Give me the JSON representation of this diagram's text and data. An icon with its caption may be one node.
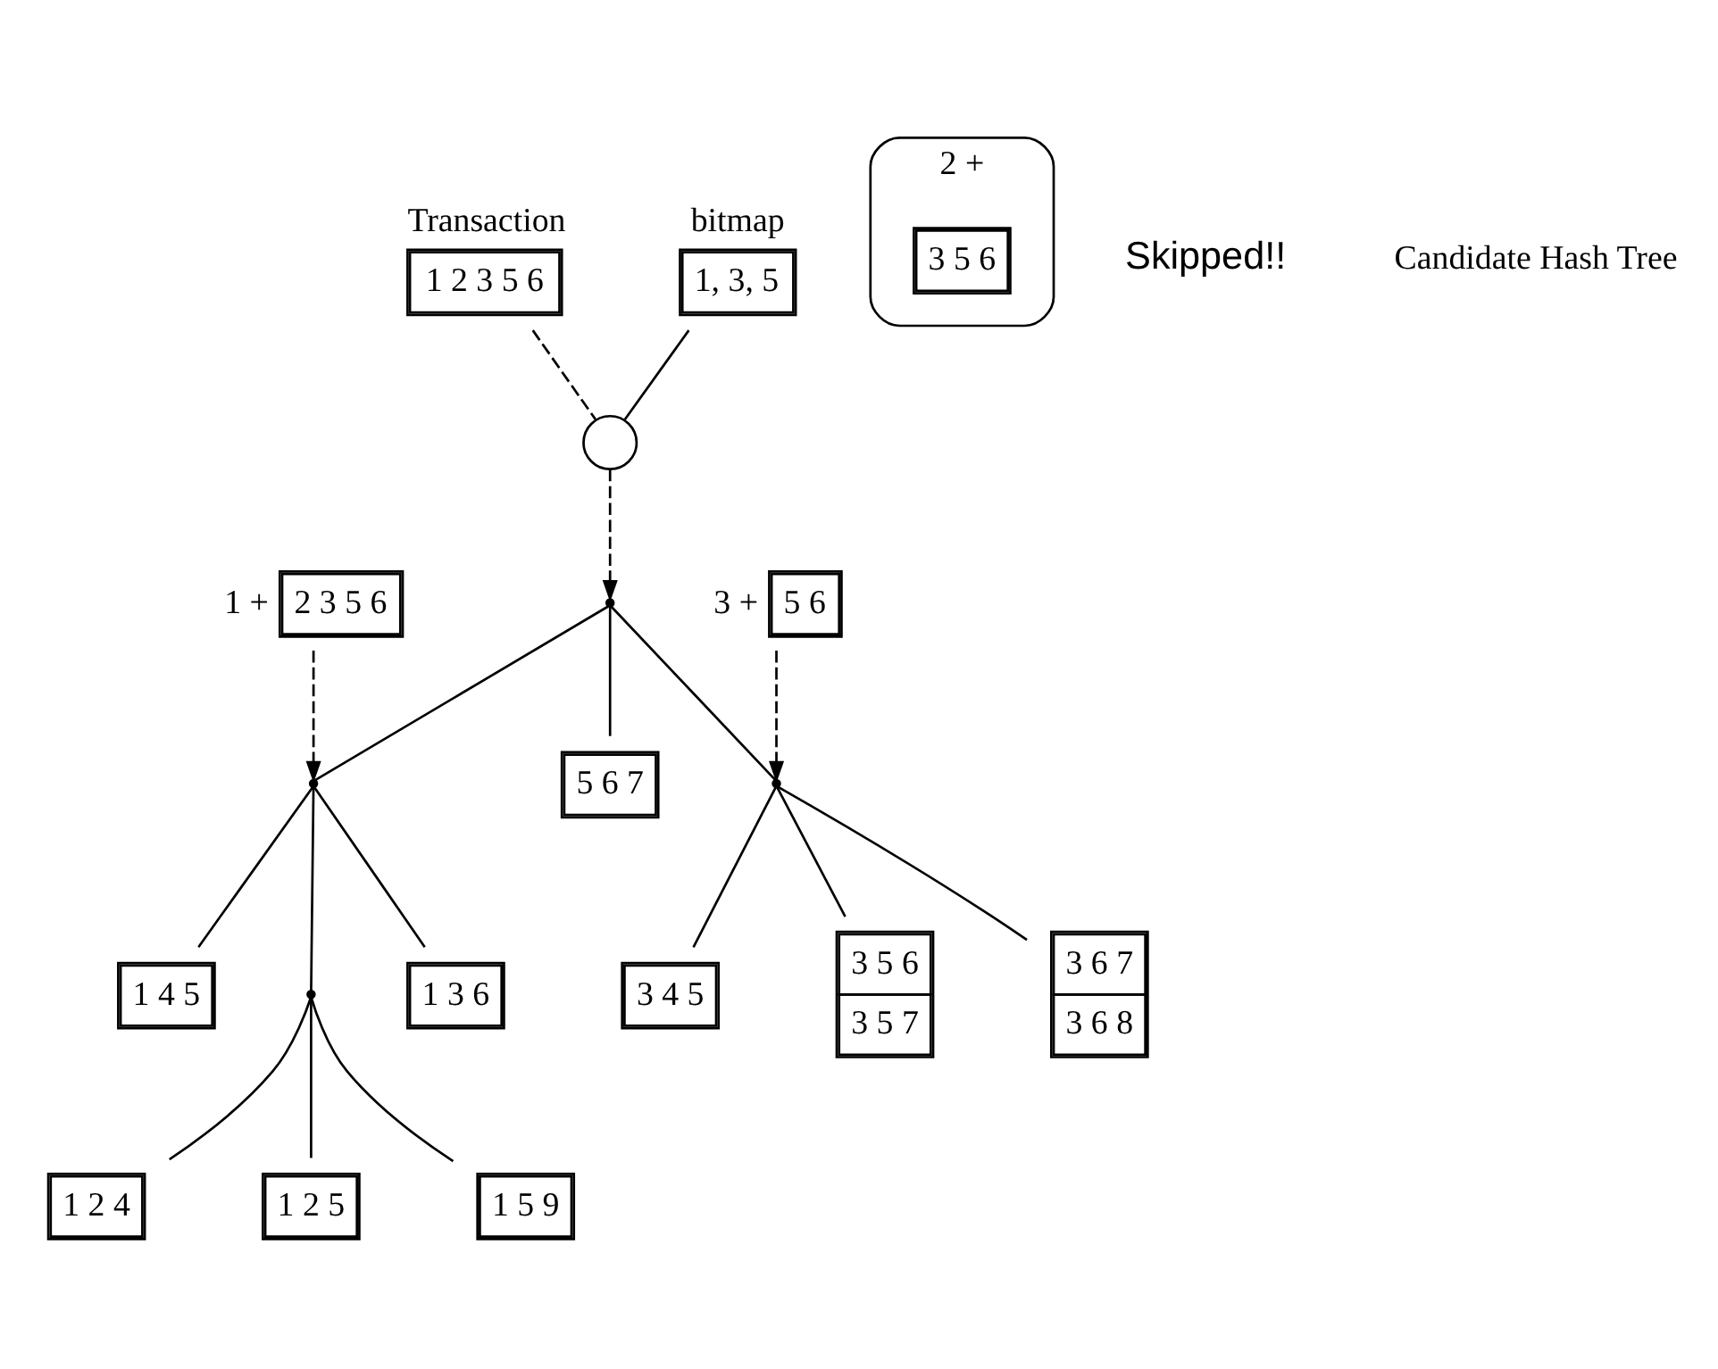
{
  "diagram": {
    "nodes": [
      {
        "text": [
          "2 3 5 6"
        ],
        "beside": [
          "1 +"
        ]
      },
      {
        "text": [
          "Transaction",
          "1 2 3 5 6"
        ]
      },
      {
        "text": [
          "bitmap",
          "1, 3, 5"
        ]
      },
      {
        "text": [
          "2 +"
        ]
      },
      {
        "text": [
          "3 5 6"
        ],
        "in": 3
      },
      {
        "text": [],
        "shape": "circle"
      },
      {
        "text": [
          "5 6"
        ],
        "beside": [
          "3 +"
        ]
      },
      {
        "text": [],
        "shape": "point"
      },
      {
        "text": [],
        "shape": "point"
      },
      {
        "text": [
          "5 6 7"
        ]
      },
      {
        "text": [],
        "shape": "point"
      },
      {
        "text": [
          "1 4 5"
        ]
      },
      {
        "text": [],
        "shape": "point"
      },
      {
        "text": [
          "1 3 6"
        ]
      },
      {
        "text": [
          "3 4 5"
        ]
      },
      {
        "text": [
          "3 5 6",
          "3 5 7"
        ]
      },
      {
        "text": [
          "3 6 7",
          "3 6 8"
        ]
      },
      {
        "text": [
          "1 2 4"
        ]
      },
      {
        "text": [
          "1 2 5"
        ]
      },
      {
        "text": [
          "1 5 9"
        ]
      }
    ],
    "edges": [
      {
        "from": 1,
        "to": 5,
        "arrow": "none",
        "style": "dashed"
      },
      {
        "from": 2,
        "to": 5,
        "arrow": "none"
      },
      {
        "from": 5,
        "to": 7,
        "arrow": "to",
        "style": "dashed"
      },
      {
        "from": 0,
        "to": 8,
        "arrow": "to",
        "style": "dashed"
      },
      {
        "from": 6,
        "to": 10,
        "arrow": "to",
        "style": "dashed"
      },
      {
        "from": 7,
        "to": 8,
        "arrow": "none"
      },
      {
        "from": 7,
        "to": 9,
        "arrow": "none"
      },
      {
        "from": 7,
        "to": 10,
        "arrow": "none"
      },
      {
        "from": 8,
        "to": 11,
        "arrow": "none"
      },
      {
        "from": 8,
        "to": 12,
        "arrow": "none"
      },
      {
        "from": 8,
        "to": 13,
        "arrow": "none"
      },
      {
        "from": 10,
        "to": 14,
        "arrow": "none"
      },
      {
        "from": 10,
        "to": 15,
        "arrow": "none"
      },
      {
        "from": 10,
        "to": 16,
        "arrow": "none"
      },
      {
        "from": 12,
        "to": 17,
        "arrow": "none"
      },
      {
        "from": 12,
        "to": 18,
        "arrow": "none"
      },
      {
        "from": 12,
        "to": 19,
        "arrow": "none"
      }
    ],
    "labels": [
      "Skipped!!",
      "Candidate Hash Tree"
    ]
  }
}
